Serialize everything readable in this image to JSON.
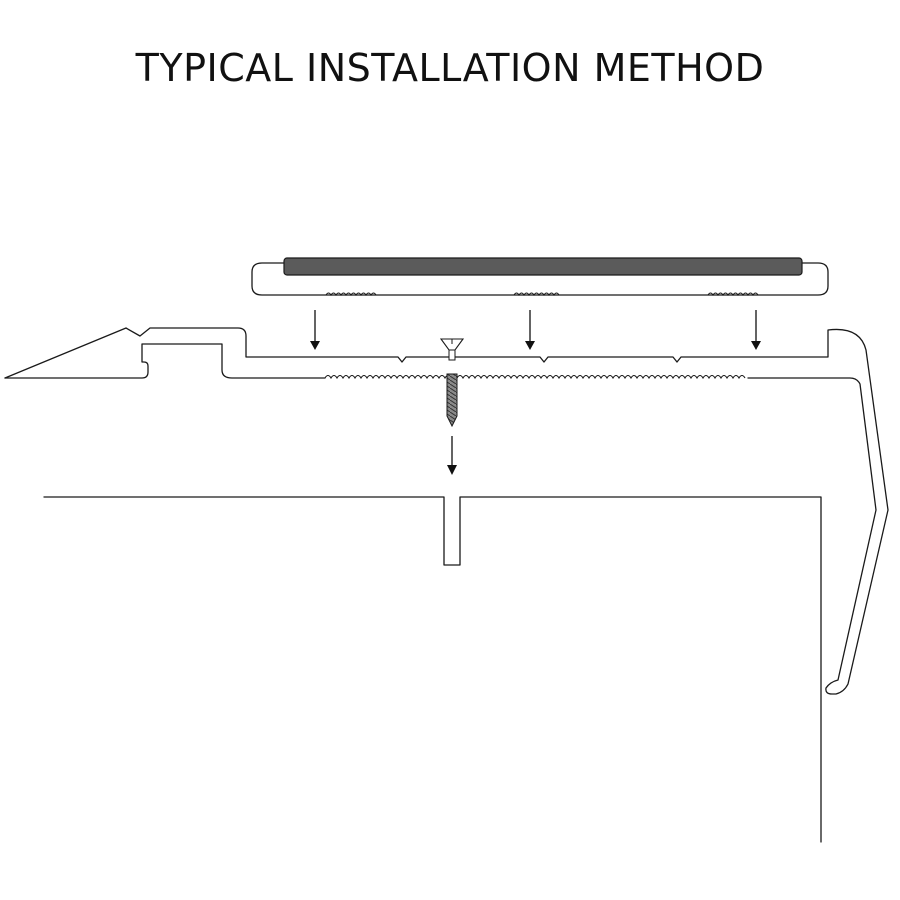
{
  "title": "TYPICAL INSTALLATION METHOD",
  "colors": {
    "line": "#1a1a1a",
    "insert_strip": "#5b5b5b",
    "screw": "#8a8a8a"
  },
  "icons": [
    "insert-strip",
    "stair-nosing-profile",
    "countersunk-screw",
    "stair-tread",
    "down-arrow"
  ]
}
